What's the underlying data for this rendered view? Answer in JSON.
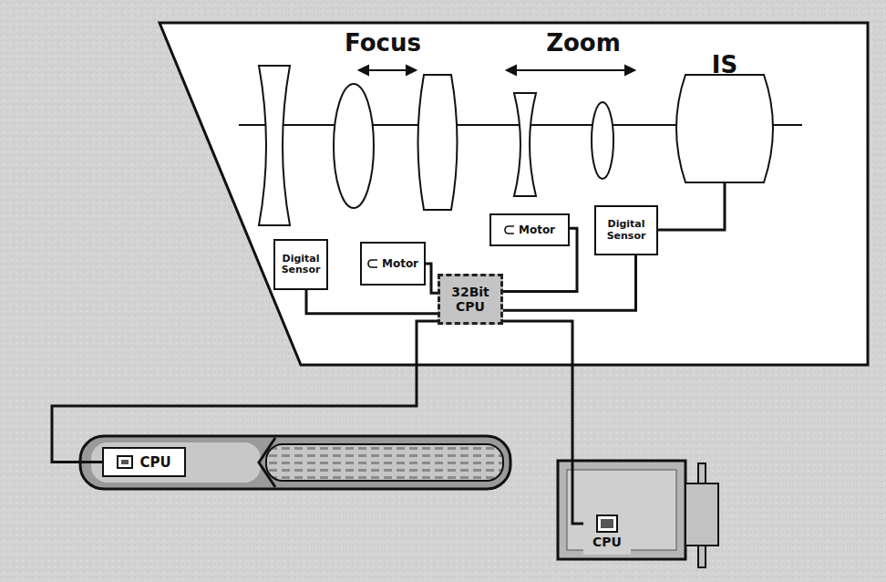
{
  "diagram": {
    "nodes": [
      {
        "text": [
          "Digital Sensor"
        ]
      },
      {
        "text": [
          "Motor"
        ]
      },
      {
        "text": [
          "Motor"
        ]
      },
      {
        "text": [
          "Digital Sensor"
        ]
      },
      {
        "text": [
          "32Bit CPU"
        ]
      },
      {
        "text": [
          "CPU"
        ]
      },
      {
        "text": [
          "CPU"
        ]
      }
    ],
    "edges": [
      {
        "from": 0,
        "to": 4,
        "arrow": "none"
      },
      {
        "from": 1,
        "to": 4,
        "arrow": "none"
      },
      {
        "from": 2,
        "to": 4,
        "arrow": "none"
      },
      {
        "from": 3,
        "to": 4,
        "arrow": "none"
      },
      {
        "from": 4,
        "to": 5,
        "arrow": "none"
      },
      {
        "from": 4,
        "to": 6,
        "arrow": "none"
      }
    ],
    "labels": [
      "Focus",
      "Zoom",
      "IS"
    ]
  }
}
